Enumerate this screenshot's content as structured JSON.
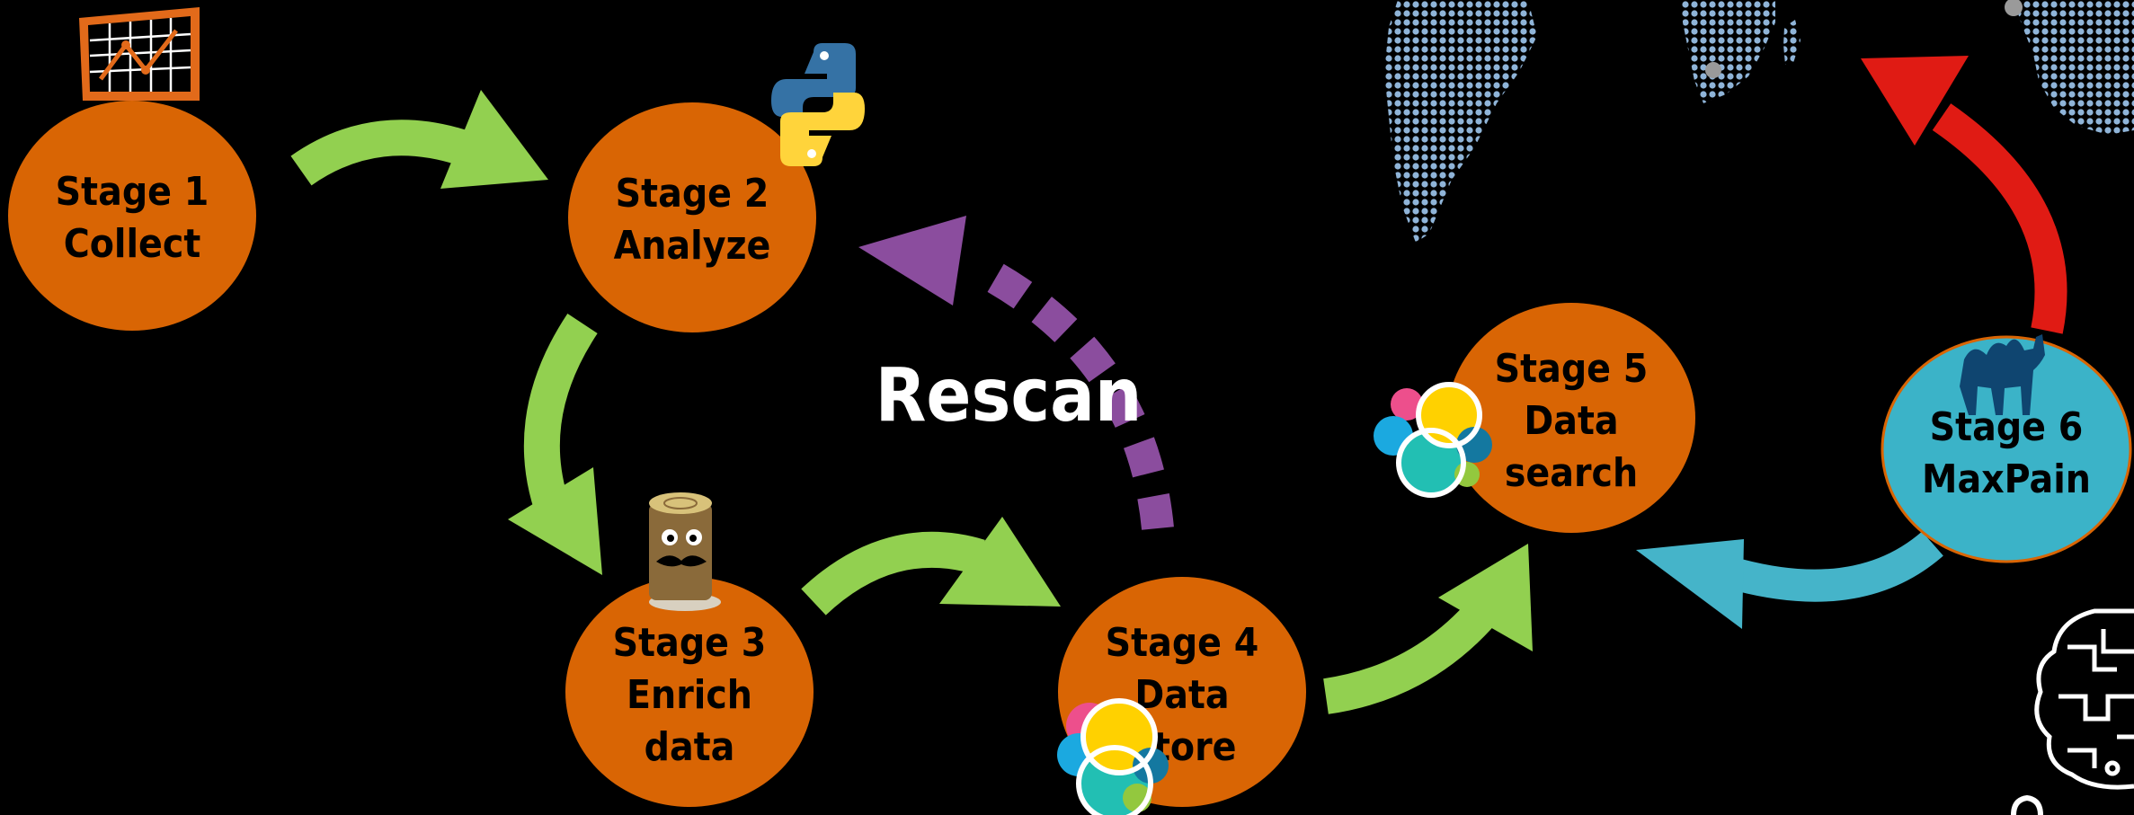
{
  "stages": [
    {
      "line1": "Stage 1",
      "line2": "Collect",
      "line3": ""
    },
    {
      "line1": "Stage 2",
      "line2": "Analyze",
      "line3": ""
    },
    {
      "line1": "Stage 3",
      "line2": "Enrich",
      "line3": "data"
    },
    {
      "line1": "Stage 4",
      "line2": "Data",
      "line3": "Store"
    },
    {
      "line1": "Stage 5",
      "line2": "Data",
      "line3": "search"
    },
    {
      "line1": "Stage 6",
      "line2": "MaxPain",
      "line3": ""
    }
  ],
  "rescan_label": "Rescan",
  "colors": {
    "stage_fill": "#D96504",
    "stage6_fill": "#3BB3C8",
    "arrow_green": "#92D050",
    "arrow_purple": "#8B4D9E",
    "arrow_red": "#E01B14",
    "arrow_blue": "#45B4C9",
    "map_dots": "#8FB4D8"
  },
  "icons": [
    "chart-board-icon",
    "python-icon",
    "log-mascot-icon",
    "elastic-icon",
    "camel-icon",
    "brain-circuit-icon",
    "world-map-icon"
  ]
}
